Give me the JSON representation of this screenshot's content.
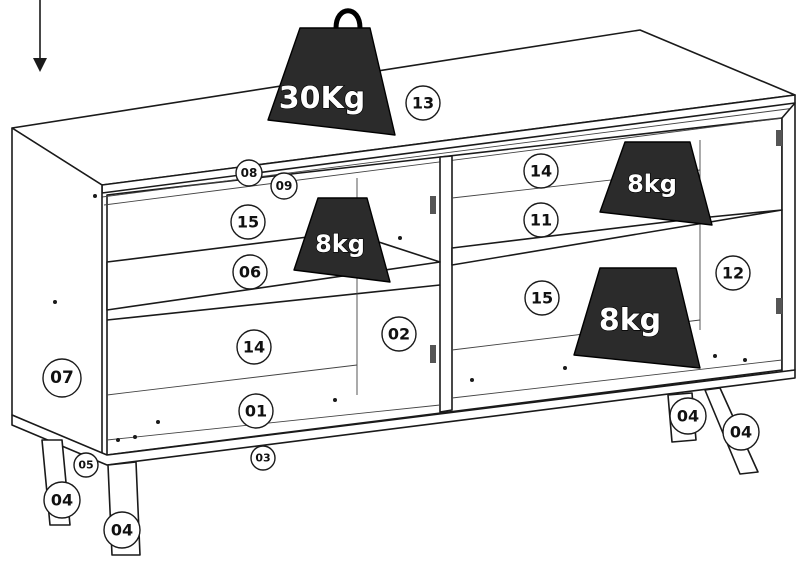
{
  "weights": {
    "top": "30Kg",
    "left_shelf": "8kg",
    "right_upper_shelf": "8kg",
    "right_lower_shelf": "8kg"
  },
  "callouts": {
    "c13": "13",
    "c08": "08",
    "c09": "09",
    "c14_right": "14",
    "c11": "11",
    "c15_left": "15",
    "c06": "06",
    "c12": "12",
    "c15_right": "15",
    "c14_left": "14",
    "c02": "02",
    "c07": "07",
    "c01": "01",
    "c04_right_inner": "04",
    "c04_right_outer": "04",
    "c05": "05",
    "c03": "03",
    "c04_left_outer": "04",
    "c04_left_inner": "04"
  }
}
